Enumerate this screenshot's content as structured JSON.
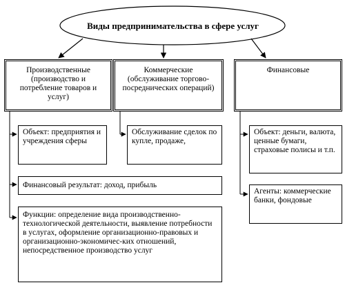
{
  "title": "Виды предпринимательства в сфере услуг",
  "categories": [
    {
      "label": "Производственные (производство и потребление товаров и услуг)"
    },
    {
      "label": "Коммерческие (обслуживание торгово-посреднических операций)"
    },
    {
      "label": "Финансовые"
    }
  ],
  "details": {
    "production_object": "Объект: предприятия и учреждения сферы",
    "financial_result": "Финансовый результат: доход, прибыль",
    "functions": "Функции: определение вида производственно-технологической деятельности, выявление потребности в услугах, оформление организационно-правовых и организационно-экономичес-ких отношений, непосредственное производство услуг",
    "commercial_service": "Обслуживание сделок по купле, продаже,",
    "finance_object": "Объект: деньги, валюта, ценные бумаги, страховые полисы и т.п.",
    "finance_agents": "Агенты: коммерческие банки, фондовые"
  }
}
